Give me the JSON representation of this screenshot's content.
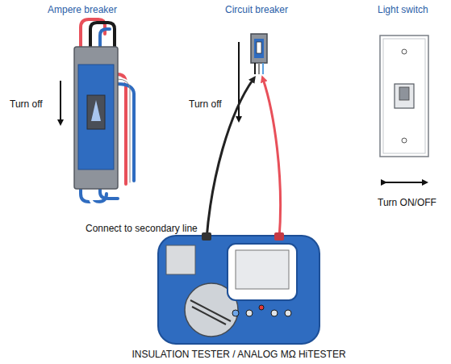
{
  "diagram": {
    "caption": "INSULATION TESTER / ANALOG MΩ HiTESTER",
    "labels": [
      "Ampere breaker",
      "Circuit breaker",
      "Light switch",
      "Turn off",
      "Turn off",
      "Turn ON/OFF",
      "Connect to secondary line"
    ]
  }
}
